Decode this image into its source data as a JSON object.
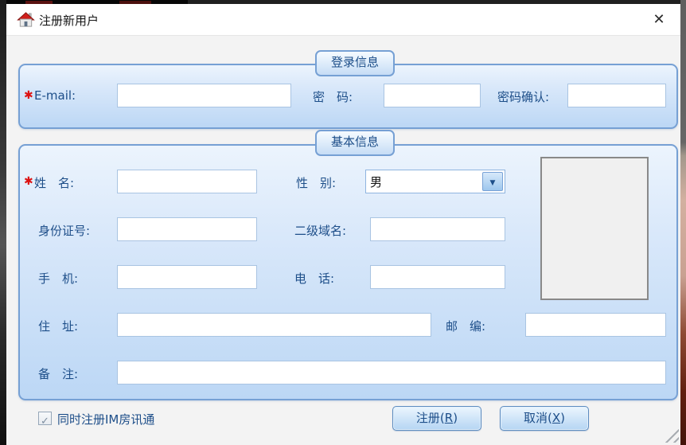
{
  "window": {
    "title": "注册新用户",
    "close_glyph": "✕"
  },
  "login": {
    "title": "登录信息",
    "required_marker": "✱",
    "email": {
      "label": "E-mail:",
      "value": ""
    },
    "password": {
      "label": "密　码:",
      "value": ""
    },
    "confirm": {
      "label": "密码确认:",
      "value": ""
    }
  },
  "basic": {
    "title": "基本信息",
    "required_marker": "✱",
    "name": {
      "label": "姓　名:",
      "value": ""
    },
    "gender": {
      "label": "性　别:",
      "value": "男",
      "arrow_glyph": "▼"
    },
    "id_number": {
      "label": "身份证号:",
      "value": ""
    },
    "subdomain": {
      "label": "二级域名:",
      "value": ""
    },
    "mobile": {
      "label": "手　机:",
      "value": ""
    },
    "phone": {
      "label": "电　话:",
      "value": ""
    },
    "address": {
      "label": "住　址:",
      "value": ""
    },
    "zip": {
      "label": "邮　编:",
      "value": ""
    },
    "note": {
      "label": "备　注:",
      "value": ""
    }
  },
  "footer": {
    "checkbox": {
      "checked": true,
      "glyph": "✓",
      "label": "同时注册IM房讯通"
    },
    "register_button": {
      "pre": "注册(",
      "key": "R",
      "post": ")"
    },
    "cancel_button": {
      "pre": "取消(",
      "key": "X",
      "post": ")"
    }
  },
  "colors": {
    "label_text": "#1d4e89",
    "required": "#dd1111",
    "group_border": "#76a0d4",
    "group_fill_top": "#ecf4fd",
    "group_fill_bottom": "#bcd7f5"
  }
}
